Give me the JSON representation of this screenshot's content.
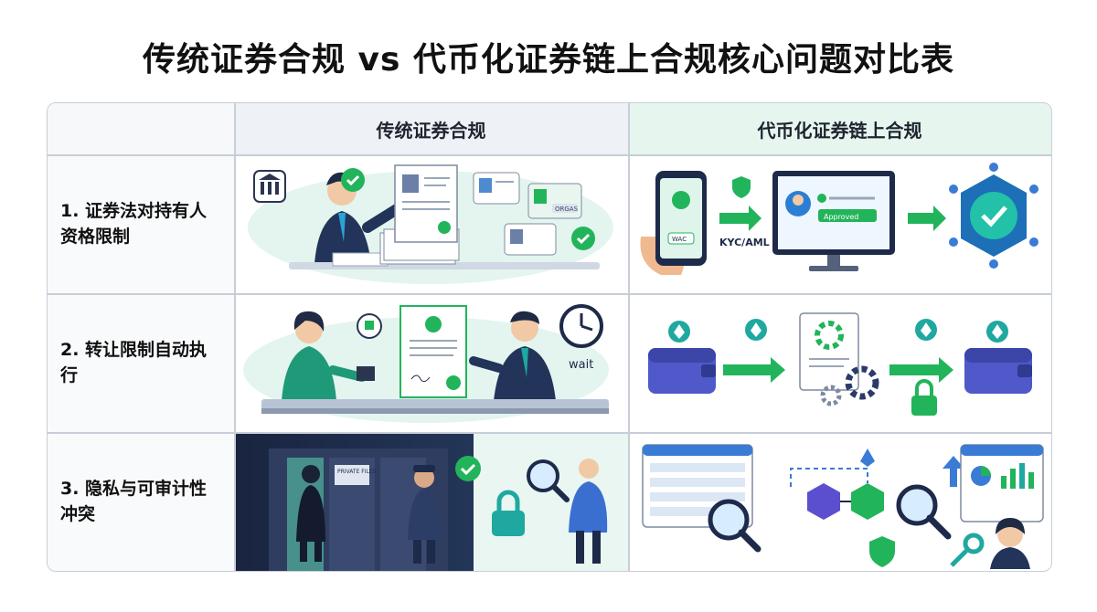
{
  "title": "传统证券合规 vs 代币化证券链上合规核心问题对比表",
  "columns": {
    "traditional": "传统证券合规",
    "tokenized": "代币化证券链上合规"
  },
  "rows": [
    {
      "label": "1. 证券法对持有人资格限制"
    },
    {
      "label": "2. 转让限制自动执行"
    },
    {
      "label": "3. 隐私与可审计性冲突"
    }
  ],
  "illustration_text": {
    "doc_badge": "ORGAS",
    "wallet_card": "WAC",
    "kyc": "KYC/AML",
    "approved": "Approved",
    "wait": "wait",
    "private_files": "PRIVATE FILES"
  },
  "colors": {
    "green": "#22b45a",
    "navy": "#1e2a4a",
    "teal": "#1fa8a0",
    "purple": "#5b4fcf",
    "blue": "#3a7bd5"
  }
}
